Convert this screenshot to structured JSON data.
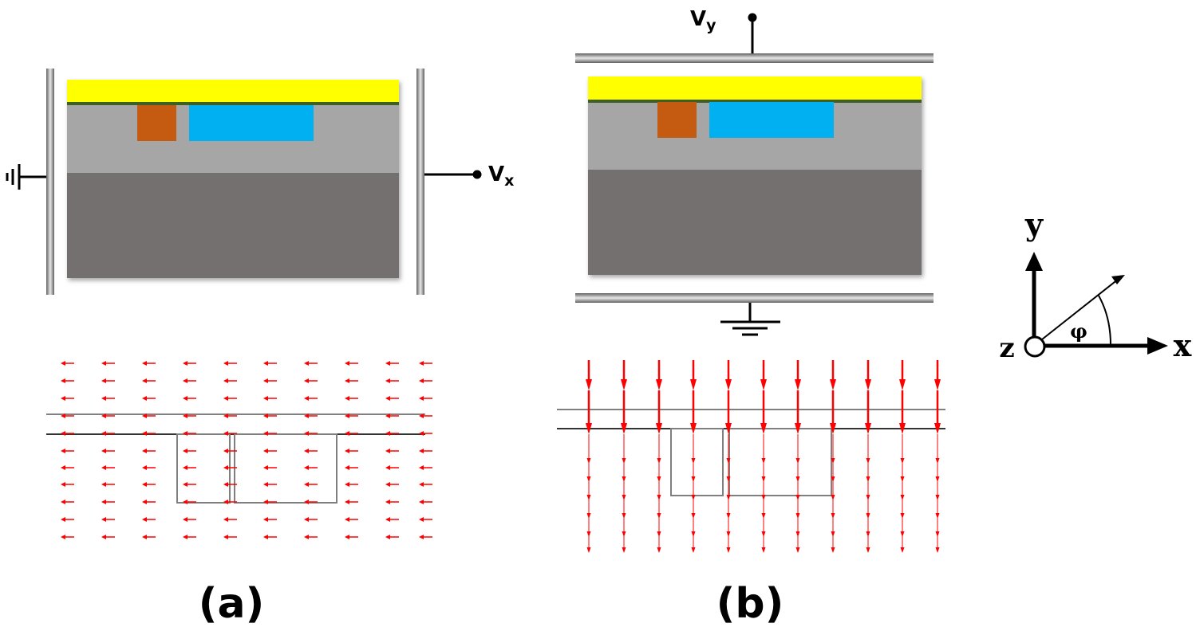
{
  "colors": {
    "top_layer": "#ffff00",
    "thin_layer": "#3c6020",
    "upper_body": "#a6a6a6",
    "substrate": "#747070",
    "orange_block": "#c55a11",
    "blue_block": "#00b0f0",
    "arrow": "#ff0000",
    "electrode": "#808080",
    "outline": "#7f7f7f"
  },
  "panel_a": {
    "caption": "(a)",
    "voltage_label": "V",
    "voltage_subscript": "x",
    "ground_side": "left",
    "field_direction": "-x",
    "field_icon": "arrow-left-icon"
  },
  "panel_b": {
    "caption": "(b)",
    "voltage_label": "V",
    "voltage_subscript": "y",
    "ground_side": "bottom",
    "field_direction": "-y",
    "field_icon": "arrow-down-icon"
  },
  "axes": {
    "x_label": "x",
    "y_label": "y",
    "z_label": "z",
    "angle_label": "φ"
  }
}
